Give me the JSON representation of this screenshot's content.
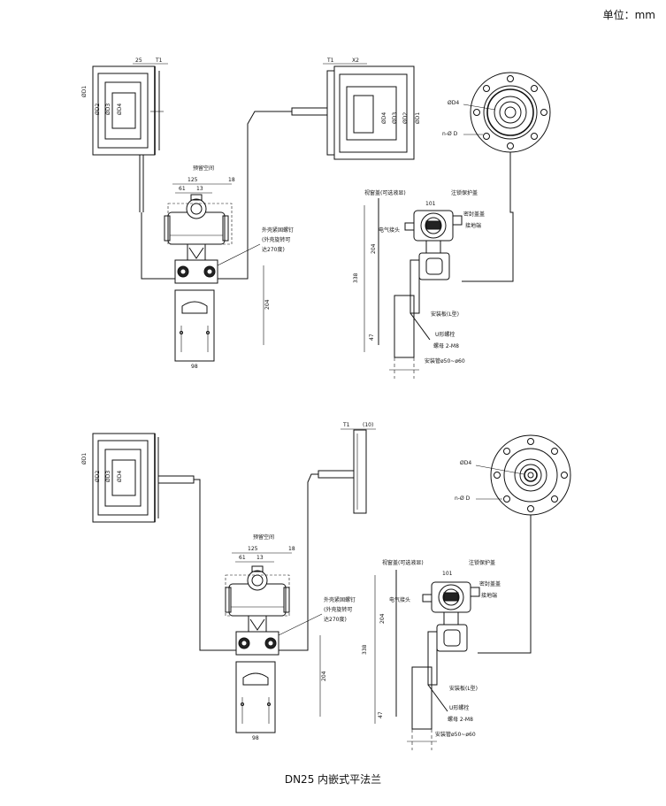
{
  "header": {
    "unit_label": "单位：mm"
  },
  "caption": "DN25 内嵌式平法兰",
  "labels": {
    "d1": "ØD1",
    "d2": "ØD2",
    "d3": "ØD3",
    "d4": "ØD4",
    "t1": "T1",
    "dim_25": "25",
    "dim_x2": "X2",
    "dim_10_paren": "(10)",
    "clearance": "预留空间",
    "dim_125": "125",
    "dim_61": "61",
    "dim_13": "13",
    "dim_18": "18",
    "rotate_1": "外壳紧固螺钉",
    "rotate_2": "(外壳旋转可",
    "rotate_3": "达270度)",
    "dim_204": "204",
    "dim_98": "98",
    "dim_338": "338",
    "dim_47": "47",
    "dim_101": "101",
    "n_d": "n-Ø D",
    "display_cover": "视窗盖(可选液显)",
    "lock_cover": "注锁保护盖",
    "wiring_cover": "密封盖盖",
    "terminal": "接地端",
    "connector": "电气接头",
    "bracket": "安装板(L型)",
    "ubolt": "U形螺栓",
    "nut": "螺母 2-M8",
    "pipe": "安装管ø50~ø60"
  }
}
